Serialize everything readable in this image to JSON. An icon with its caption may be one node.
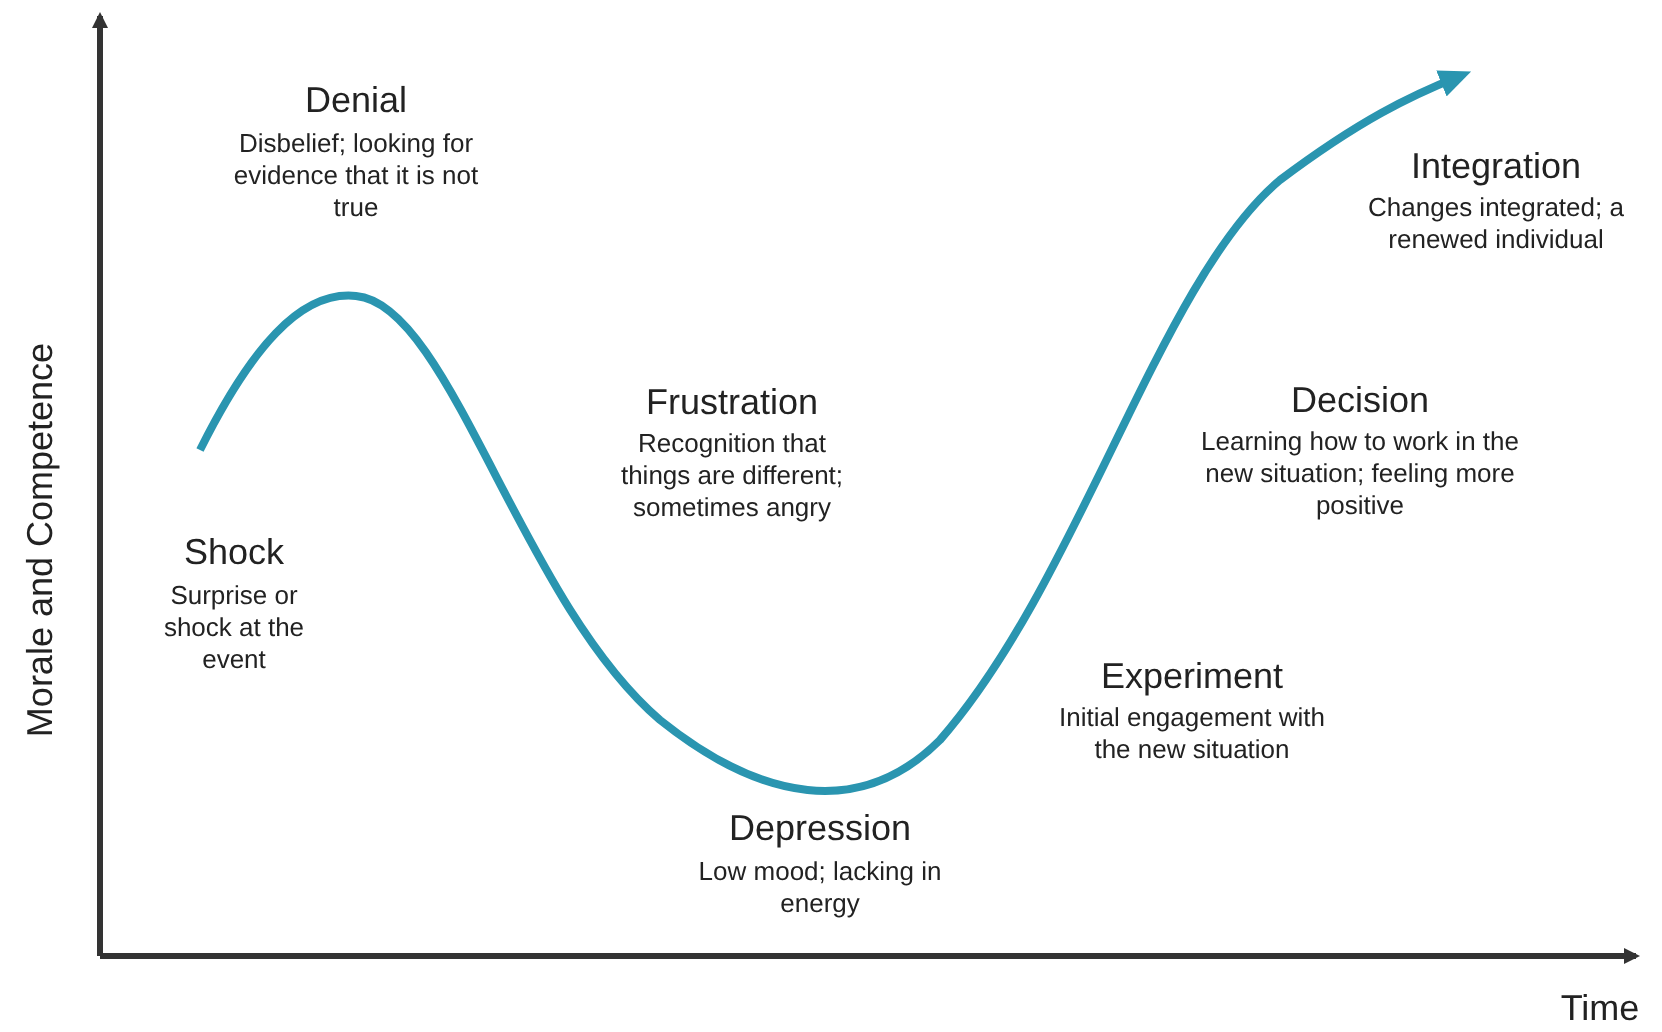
{
  "diagram": {
    "labels": [
      "Morale and Competence",
      "Shock",
      "Surprise or shock at the event",
      "Denial",
      "Disbelief; looking for evidence that it is not true",
      "Frustration",
      "Recognition that things are different; sometimes angry",
      "Depression",
      "Low mood; lacking in energy",
      "Experiment",
      "Initial engagement with the new situation",
      "Decision",
      "Learning how to work in the new situation; feeling more positive",
      "Integration",
      "Changes integrated; a renewed individual",
      "Time"
    ]
  }
}
